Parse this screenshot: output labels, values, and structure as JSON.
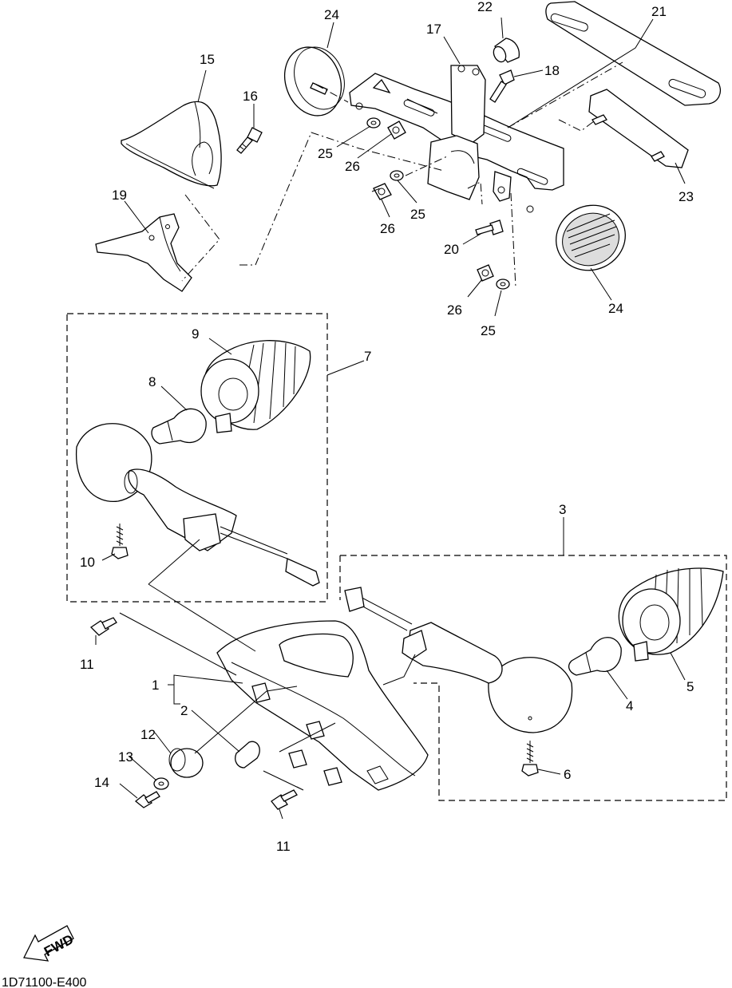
{
  "diagram": {
    "callouts": {
      "c1": "1",
      "c2": "2",
      "c3": "3",
      "c4": "4",
      "c5": "5",
      "c6": "6",
      "c7": "7",
      "c8": "8",
      "c9": "9",
      "c10": "10",
      "c11a": "11",
      "c11b": "11",
      "c12": "12",
      "c13": "13",
      "c14": "14",
      "c15": "15",
      "c16": "16",
      "c17": "17",
      "c18": "18",
      "c19": "19",
      "c20": "20",
      "c21": "21",
      "c22": "22",
      "c23": "23",
      "c24a": "24",
      "c24b": "24",
      "c25a": "25",
      "c25b": "25",
      "c25c": "25",
      "c26a": "26",
      "c26b": "26",
      "c26c": "26"
    },
    "fwd_label": "FWD",
    "drawing_code": "1D71100-E400"
  }
}
